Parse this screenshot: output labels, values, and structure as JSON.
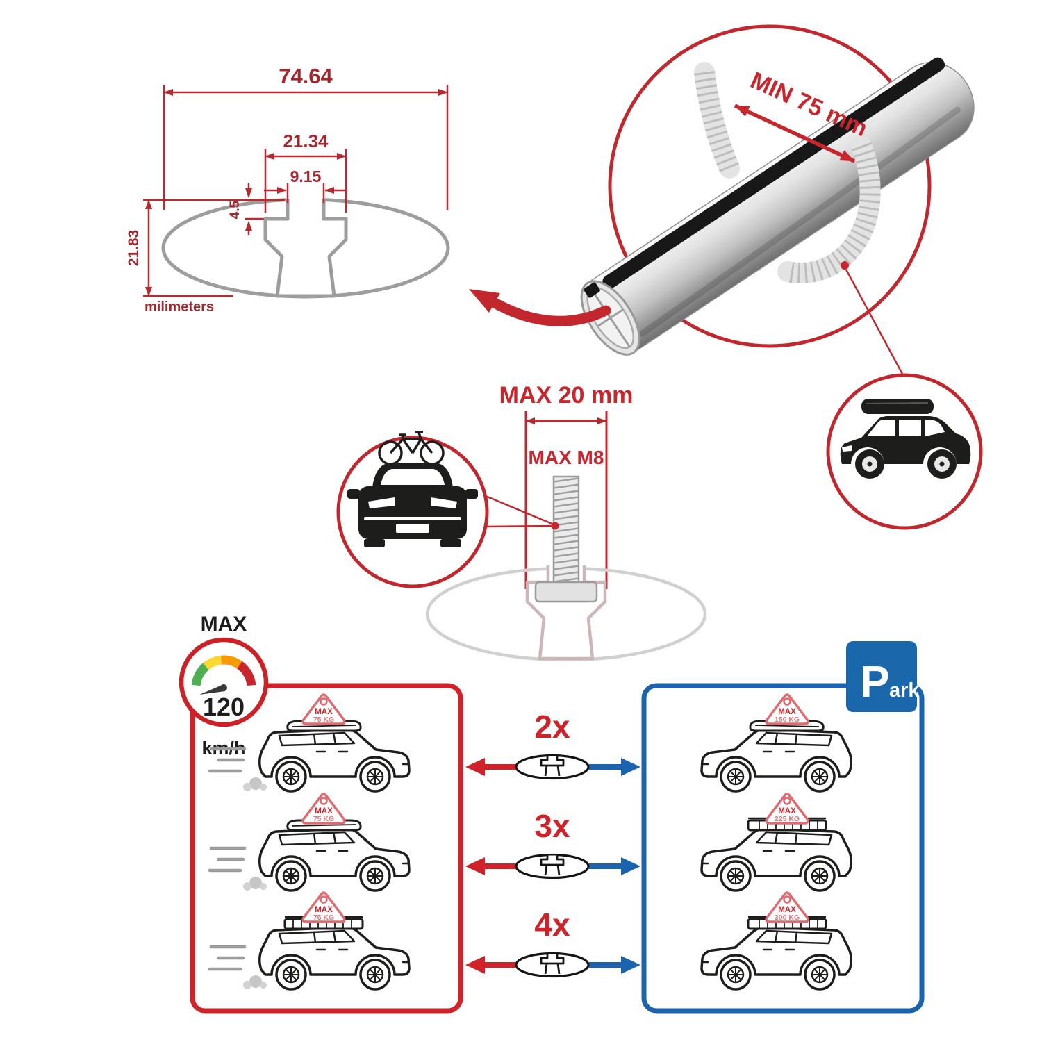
{
  "colors": {
    "accent_red": "#c9252c",
    "dimension_red": "#a3282e",
    "park_blue": "#1b63ad",
    "profile_gray": "#9d9d9c",
    "ink_black": "#1d1d1b"
  },
  "profile_dimensions": {
    "total_width": "74.64",
    "channel_width": "21.34",
    "slot_opening": "9.15",
    "lip_depth": "4.5",
    "total_height": "21.83",
    "units_label": "milimeters"
  },
  "crossbar_detail": {
    "min_clamp_span": "MIN 75 mm"
  },
  "bolt_fitting": {
    "max_slot_width": "MAX 20 mm",
    "max_thread": "MAX M8"
  },
  "speed_limit": {
    "label": "MAX",
    "value": "120",
    "units": "km/h"
  },
  "parking_sign": {
    "letter": "P",
    "suffix": "ark"
  },
  "load_capacity": {
    "driving_badges": [
      {
        "label": "MAX",
        "weight": "75 KG"
      },
      {
        "label": "MAX",
        "weight": "75 KG"
      },
      {
        "label": "MAX",
        "weight": "75 KG"
      }
    ],
    "parked_badges": [
      {
        "label": "MAX",
        "weight": "150 KG"
      },
      {
        "label": "MAX",
        "weight": "225 KG"
      },
      {
        "label": "MAX",
        "weight": "300 KG"
      }
    ],
    "bar_counts": [
      "2x",
      "3x",
      "4x"
    ]
  }
}
